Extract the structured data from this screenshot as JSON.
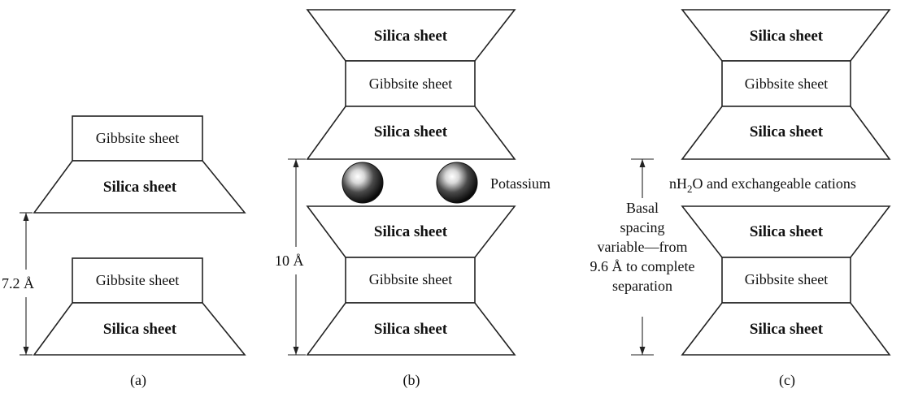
{
  "sheets": {
    "silica": "Silica sheet",
    "gibbsite": "Gibbsite sheet"
  },
  "panel_a": {
    "spacing": "7.2 Å",
    "caption": "(a)"
  },
  "panel_b": {
    "ion_label": "Potassium",
    "spacing": "10 Å",
    "caption": "(b)"
  },
  "panel_c": {
    "interlayer_label_pre": "nH",
    "interlayer_label_sub": "2",
    "interlayer_label_post": "O and exchangeable cations",
    "spacing_lines": [
      "Basal",
      "spacing",
      "variable—from",
      "9.6 Å to complete",
      "separation"
    ],
    "caption": "(c)"
  }
}
